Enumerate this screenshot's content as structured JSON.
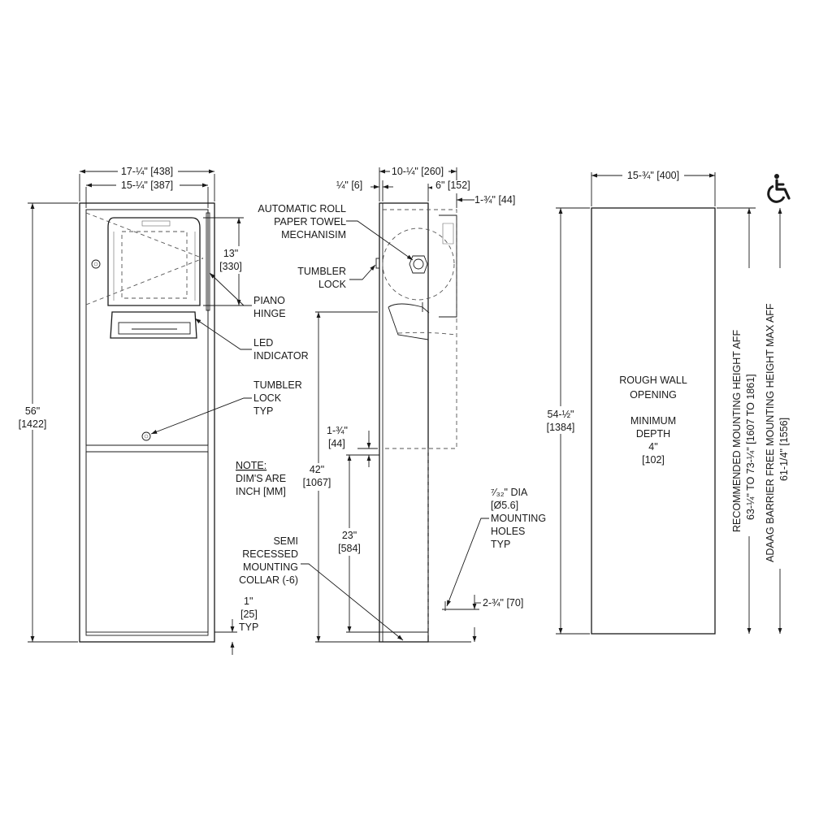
{
  "front": {
    "width_overall": "17-¼\" [438]",
    "width_inner": "15-¼\" [387]",
    "height_overall_in": "56\"",
    "height_overall_mm": "[1422]",
    "dim_13_in": "13\"",
    "dim_13_mm": "[330]",
    "collar_in": "1\"",
    "collar_mm": "[25]",
    "collar_typ": "TYP",
    "piano_hinge": [
      "PIANO",
      "HINGE"
    ],
    "led_indicator": [
      "LED",
      "INDICATOR"
    ],
    "tumbler_lock_typ": [
      "TUMBLER",
      "LOCK",
      "TYP"
    ]
  },
  "note": {
    "title": "NOTE:",
    "lines": [
      "DIM'S ARE",
      "INCH [MM]"
    ]
  },
  "side": {
    "depth_overall": "10-¼\" [260]",
    "flange": "¼\" [6]",
    "dim_6": "6\" [152]",
    "dim_1_3_4_top": "1-¾\" [44]",
    "mechanism": [
      "AUTOMATIC ROLL",
      "PAPER TOWEL",
      "MECHANISIM"
    ],
    "tumbler_lock": [
      "TUMBLER",
      "LOCK"
    ],
    "dim_1_3_4_left_in": "1-¾\"",
    "dim_1_3_4_left_mm": "[44]",
    "height_42_in": "42\"",
    "height_42_mm": "[1067]",
    "height_23_in": "23\"",
    "height_23_mm": "[584]",
    "semi_recessed": [
      "SEMI",
      "RECESSED",
      "MOUNTING",
      "COLLAR (-6)"
    ],
    "mounting_holes": [
      "⁷⁄₃₂\" DIA",
      "[Ø5.6]",
      "MOUNTING",
      "HOLES",
      "TYP"
    ],
    "dim_2_3_4": "2-¾\" [70]"
  },
  "opening": {
    "width": "15-¾\" [400]",
    "height_in": "54-½\"",
    "height_mm": "[1384]",
    "label": [
      "ROUGH WALL",
      "OPENING",
      "",
      "MINIMUM",
      "DEPTH",
      "4\"",
      "[102]"
    ],
    "recommended": [
      "RECOMMENDED MOUNTING HEIGHT AFF",
      "63-¼\" TO 73-¼\" [1607 TO 1861]"
    ],
    "adaag": [
      "ADAAG BARRIER FREE MOUNTING HEIGHT MAX AFF",
      "61-1/4\" [1556]"
    ]
  },
  "icons": {
    "accessibility": "wheelchair-icon"
  }
}
